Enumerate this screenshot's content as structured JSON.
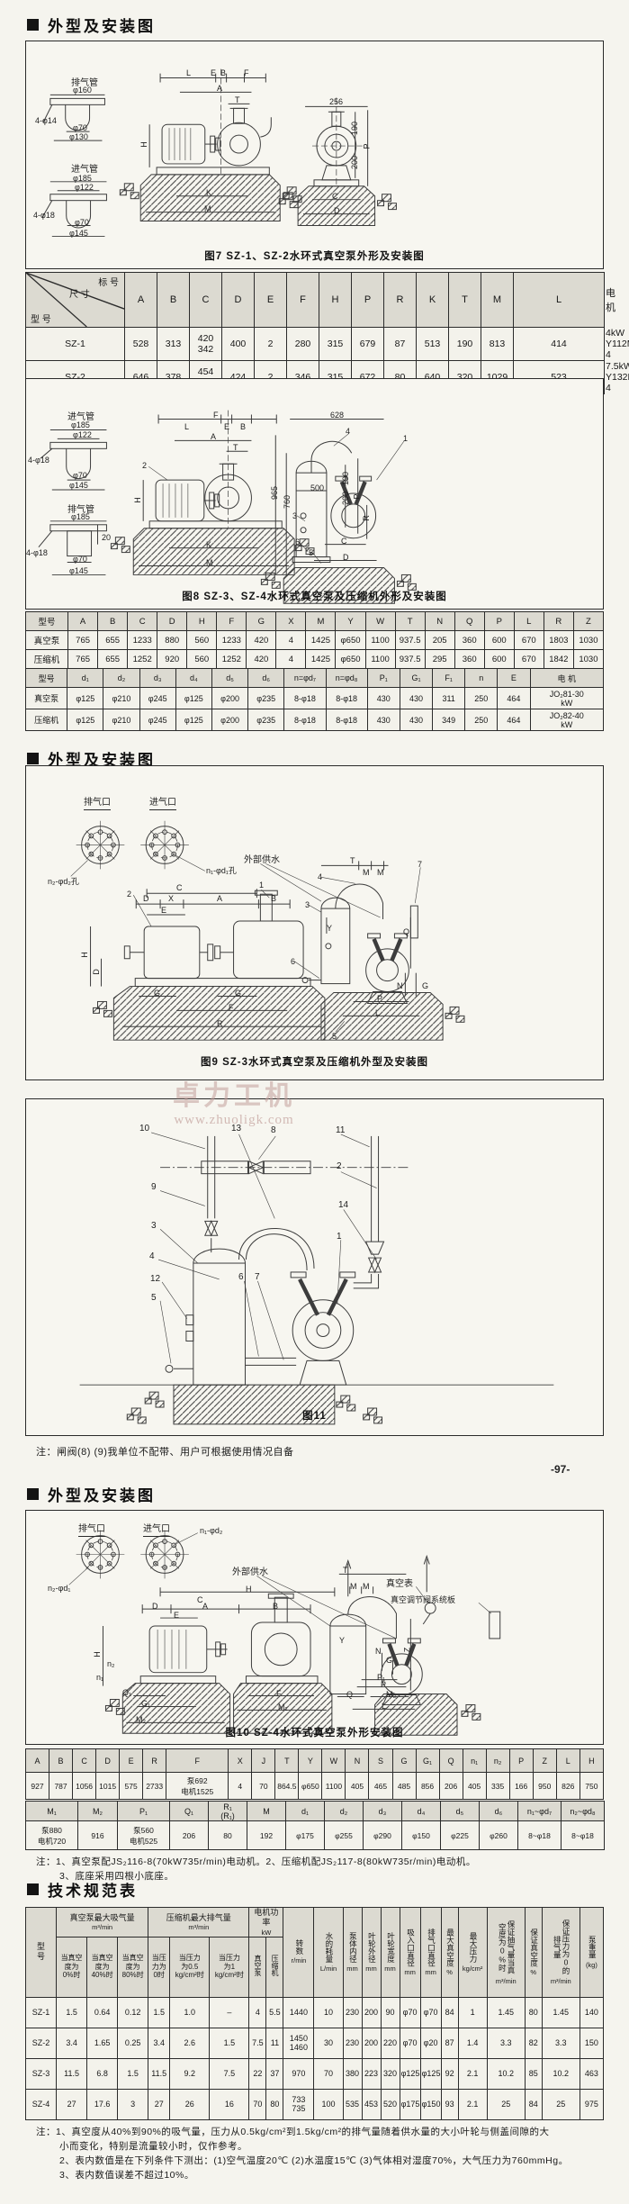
{
  "page": {
    "number": "-97-"
  },
  "watermark": {
    "url": "www.zhuoligk.com"
  },
  "sections": {
    "s1": "外型及安装图",
    "s2": "外型及安装图",
    "s3": "外型及安装图",
    "s4": "技术规范表"
  },
  "fig7": {
    "caption": "图7 SZ-1、SZ-2水环式真空泵外形及安装图",
    "labels": {
      "exhaust_name": "排气管",
      "exhaust_d1": "φ160",
      "exhaust_holes": "4-φ14",
      "exhaust_d2": "φ70",
      "exhaust_d3": "φ130",
      "intake_name": "进气管",
      "intake_d1": "φ185",
      "intake_d2": "φ122",
      "intake_holes": "4-φ18",
      "intake_d3": "φ70",
      "intake_d4": "φ145",
      "dim_L": "L",
      "dim_E": "E",
      "dim_B": "B",
      "dim_F": "F",
      "dim_A": "A",
      "dim_T": "T",
      "dim_H": "H",
      "dim_K": "K",
      "dim_M": "M",
      "dim_256": "256",
      "dim_190": "190",
      "dim_200": "200",
      "dim_P": "P",
      "dim_C": "C",
      "dim_D": "D"
    }
  },
  "table1": {
    "corner": {
      "top": "标 号",
      "mid": "尺 寸",
      "bottom": "型 号"
    },
    "columns": [
      "A",
      "B",
      "C",
      "D",
      "E",
      "F",
      "H",
      "P",
      "R",
      "K",
      "T",
      "M",
      "L",
      "电 机"
    ],
    "rows": [
      {
        "model": "SZ-1",
        "values": [
          "528",
          "313",
          "420\n342",
          "400",
          "2",
          "280",
          "315",
          "679",
          "87",
          "513",
          "190",
          "813",
          "414",
          "4kW\nY112M-4"
        ]
      },
      {
        "model": "SZ-2",
        "values": [
          "646",
          "378",
          "454\n410",
          "424",
          "2",
          "346",
          "315",
          "672",
          "80",
          "640",
          "320",
          "1029",
          "523",
          "7.5kW\nY132M-4"
        ]
      }
    ]
  },
  "fig8": {
    "caption": "图8 SZ-3、SZ-4水环式真空泵及压缩机外形及安装图",
    "labels": {
      "intake_name": "进气管",
      "intake_d1": "φ185",
      "intake_d2": "φ122",
      "intake_holes": "4-φ18",
      "intake_d3": "φ70",
      "intake_d4": "φ145",
      "exhaust_name": "排气管",
      "exhaust_d1": "φ185",
      "exhaust_20": "20",
      "exhaust_holes": "4-φ18",
      "exhaust_d3": "φ70",
      "exhaust_d4": "φ145",
      "dim_F": "F",
      "dim_L": "L",
      "dim_E": "E",
      "dim_B": "B",
      "dim_A": "A",
      "dim_T": "T",
      "dim_H": "H",
      "dim_K": "K",
      "dim_M": "M",
      "dim_628": "628",
      "dim_965": "965",
      "dim_760": "760",
      "dim_500": "500",
      "dim_190": "190",
      "dim_200": "200",
      "dim_P": "P",
      "dim_R": "R",
      "dim_C": "C",
      "dim_D": "D",
      "c1": "1",
      "c2": "2",
      "c3": "3",
      "c4": "4",
      "c5": "5",
      "c6": "6"
    }
  },
  "table2a": {
    "columns": [
      "型号",
      "A",
      "B",
      "C",
      "D",
      "H",
      "F",
      "G",
      "X",
      "M",
      "Y",
      "W",
      "T",
      "N",
      "Q",
      "P",
      "L",
      "R",
      "Z"
    ],
    "rows": [
      {
        "model": "真空泵",
        "values": [
          "765",
          "655",
          "1233",
          "880",
          "560",
          "1233",
          "420",
          "4",
          "1425",
          "φ650",
          "1100",
          "937.5",
          "205",
          "360",
          "600",
          "670",
          "1803",
          "1030"
        ]
      },
      {
        "model": "压缩机",
        "values": [
          "765",
          "655",
          "1252",
          "920",
          "560",
          "1252",
          "420",
          "4",
          "1425",
          "φ650",
          "1100",
          "937.5",
          "295",
          "360",
          "600",
          "670",
          "1842",
          "1030"
        ]
      }
    ]
  },
  "table2b": {
    "columns": [
      "型号",
      "d₁",
      "d₂",
      "d₃",
      "d₄",
      "d₅",
      "d₆",
      "n=φd₇",
      "n=φd₈",
      "P₁",
      "G₁",
      "F₁",
      "n",
      "E",
      "电 机"
    ],
    "rows": [
      {
        "model": "真空泵",
        "values": [
          "φ125",
          "φ210",
          "φ245",
          "φ125",
          "φ200",
          "φ235",
          "8-φ18",
          "8-φ18",
          "430",
          "430",
          "311",
          "250",
          "464",
          "JO₂81-30\nkW"
        ]
      },
      {
        "model": "压缩机",
        "values": [
          "φ125",
          "φ210",
          "φ245",
          "φ125",
          "φ200",
          "φ235",
          "8-φ18",
          "8-φ18",
          "430",
          "430",
          "349",
          "250",
          "464",
          "JO₂82-40\nkW"
        ]
      }
    ]
  },
  "fig9": {
    "caption": "图9 SZ-3水环式真空泵及压缩机外型及安装图",
    "labels": {
      "exhaust_port": "排气口",
      "intake_port": "进气口",
      "holes_left": "n₂-φd₂孔",
      "holes_right": "n₁-φd₁孔",
      "water": "外部供水",
      "dim_C": "C",
      "dim_D": "D",
      "dim_X": "X",
      "dim_A": "A",
      "dim_B": "B",
      "dim_E": "E",
      "dim_H": "H",
      "dim_D2": "D",
      "dim_G1": "G",
      "dim_G2": "G",
      "dim_F": "F",
      "dim_R": "R",
      "dim_T": "T",
      "dim_M1": "M",
      "dim_M2": "M",
      "dim_Q": "Q",
      "dim_N": "N",
      "dim_G3": "G",
      "dim_P": "P",
      "dim_L": "L",
      "dim_Y": "Y",
      "c1": "1",
      "c2": "2",
      "c3": "3",
      "c4": "4",
      "c5": "5",
      "c6": "6",
      "c7": "7"
    }
  },
  "fig11": {
    "caption": "图11",
    "callouts": {
      "n1": "1",
      "n2": "2",
      "n3": "3",
      "n4": "4",
      "n5": "5",
      "n6": "6",
      "n7": "7",
      "n8": "8",
      "n9": "9",
      "n10": "10",
      "n11": "11",
      "n12": "12",
      "n13": "13",
      "n14": "14"
    }
  },
  "note_fig11": "注：闸阀(8) (9)我单位不配带、用户可根据使用情况自备",
  "fig10": {
    "caption": "图10 SZ-4水环式真空泵外形安装图",
    "labels": {
      "exhaust_port": "排气口",
      "intake_port": "进气口",
      "holes_right": "n₁-φd₂",
      "holes_left": "n₂-φd₁",
      "water": "外部供水",
      "gauge": "真空表",
      "panel": "真空调节阀系统板",
      "dim_H": "H",
      "dim_C": "C",
      "dim_D": "D",
      "dim_A": "A",
      "dim_B": "B",
      "dim_E": "E",
      "dim_T": "T",
      "dim_M1": "M",
      "dim_M2": "M",
      "dim_Hv": "H",
      "dim_n1": "n₁",
      "dim_n2": "n₂",
      "dim_Q1": "Q₁",
      "dim_G1": "G₁",
      "dim_M2b": "M₂",
      "dim_F": "F",
      "dim_M1b": "M₁",
      "dim_P1": "P₁",
      "dim_P": "P",
      "dim_Q": "Q",
      "dim_M3": "M₃",
      "dim_L": "L",
      "dim_Z": "Z",
      "dim_N": "N",
      "dim_G": "G",
      "dim_Y": "Y"
    }
  },
  "table3a": {
    "columns": [
      "A",
      "B",
      "C",
      "D",
      "E",
      "R",
      "F",
      "X",
      "J",
      "T",
      "Y",
      "W",
      "N",
      "S",
      "G",
      "G₁",
      "Q",
      "n₁",
      "n₂",
      "P",
      "Z",
      "L",
      "H"
    ],
    "values": [
      "927",
      "787",
      "1056",
      "1015",
      "575",
      "2733",
      "泵692\n电机1525",
      "4",
      "70",
      "864.5",
      "φ650",
      "1100",
      "405",
      "465",
      "485",
      "856",
      "206",
      "405",
      "335",
      "166",
      "950",
      "826",
      "750"
    ]
  },
  "table3b": {
    "columns": [
      "M₁",
      "M₂",
      "P₁",
      "Q₁",
      "R₁\n(R₁)",
      "M",
      "d₁",
      "d₂",
      "d₃",
      "d₄",
      "d₅",
      "d₆",
      "n₁~φd₇",
      "n₂~φd₈"
    ],
    "values": [
      "泵880\n电机720",
      "916",
      "泵560\n电机525",
      "206",
      "80",
      "192",
      "φ175",
      "φ255",
      "φ290",
      "φ150",
      "φ225",
      "φ260",
      "8~φ18",
      "8~φ18"
    ]
  },
  "notes_fig10": [
    "注：1、真空泵配JS₂116-8(70kW735r/min)电动机。2、压缩机配JS₂117-8(80kW735r/min)电动机。",
    "3、底座采用四根小底座。"
  ],
  "spec_table": {
    "col_model": "型\n号",
    "groups": {
      "vacuum": {
        "title": "真空泵最大吸气量",
        "unit": "m³/min",
        "subs": [
          "当真空\n度为\n0%时",
          "当真空\n度为\n40%时",
          "当真空\n度为\n80%时"
        ]
      },
      "compressor": {
        "title": "压缩机最大排气量",
        "unit": "m³/min",
        "subs": [
          "当压\n力为\n0时",
          "当压力\n为0.5\nkg/cm²时",
          "当压力\n为1\nkg/cm²时"
        ]
      },
      "power": {
        "title": "电机功率",
        "unit": "kW",
        "subs": [
          "真空泵",
          "压缩机"
        ]
      }
    },
    "v_cols": [
      {
        "t": "转数",
        "u": "r/min"
      },
      {
        "t": "水的耗量",
        "u": "L/min"
      },
      {
        "t": "泵体内径",
        "u": "mm"
      },
      {
        "t": "叶轮外径",
        "u": "mm"
      },
      {
        "t": "叶轮宽度",
        "u": "mm"
      },
      {
        "t": "吸入口直径",
        "u": "mm"
      },
      {
        "t": "排气口直径",
        "u": "mm"
      },
      {
        "t": "最大真空度",
        "u": "%"
      },
      {
        "t": "最大压力",
        "u": "kg/cm²"
      },
      {
        "t": "保证抽气量当真空度为0%时",
        "u": "m³/min"
      },
      {
        "t": "保证真空度",
        "u": "%"
      },
      {
        "t": "保证压力为0的排气量",
        "u": "m³/min"
      },
      {
        "t": "泵重量",
        "u": "(kg)"
      }
    ],
    "rows": [
      {
        "model": "SZ-1",
        "values": [
          "1.5",
          "0.64",
          "0.12",
          "1.5",
          "1.0",
          "–",
          "4",
          "5.5",
          "1440",
          "10",
          "230",
          "200",
          "90",
          "φ70",
          "φ70",
          "84",
          "1",
          "1.45",
          "80",
          "1.45",
          "140"
        ]
      },
      {
        "model": "SZ-2",
        "values": [
          "3.4",
          "1.65",
          "0.25",
          "3.4",
          "2.6",
          "1.5",
          "7.5",
          "11",
          "1450\n1460",
          "30",
          "230",
          "200",
          "220",
          "φ70",
          "φ20",
          "87",
          "1.4",
          "3.3",
          "82",
          "3.3",
          "150"
        ]
      },
      {
        "model": "SZ-3",
        "values": [
          "11.5",
          "6.8",
          "1.5",
          "11.5",
          "9.2",
          "7.5",
          "22",
          "37",
          "970",
          "70",
          "380",
          "223",
          "320",
          "φ125",
          "φ125",
          "92",
          "2.1",
          "10.2",
          "85",
          "10.2",
          "463"
        ]
      },
      {
        "model": "SZ-4",
        "values": [
          "27",
          "17.6",
          "3",
          "27",
          "26",
          "16",
          "70",
          "80",
          "733\n735",
          "100",
          "535",
          "453",
          "520",
          "φ175",
          "φ150",
          "93",
          "2.1",
          "25",
          "84",
          "25",
          "975"
        ]
      }
    ]
  },
  "notes_bottom": [
    "注：1、真空度从40%到90%的吸气量，压力从0.5kg/cm²到1.5kg/cm²的排气量随着供水量的大小叶轮与侧盖间隙的大",
    "小而变化，特别是流量较小时，仅作参考。",
    "2、表内数值是在下列条件下测出：(1)空气温度20℃ (2)水温度15℃ (3)气体相对湿度70%，大气压力为760mmHg。",
    "3、表内数值误差不超过10%。"
  ]
}
